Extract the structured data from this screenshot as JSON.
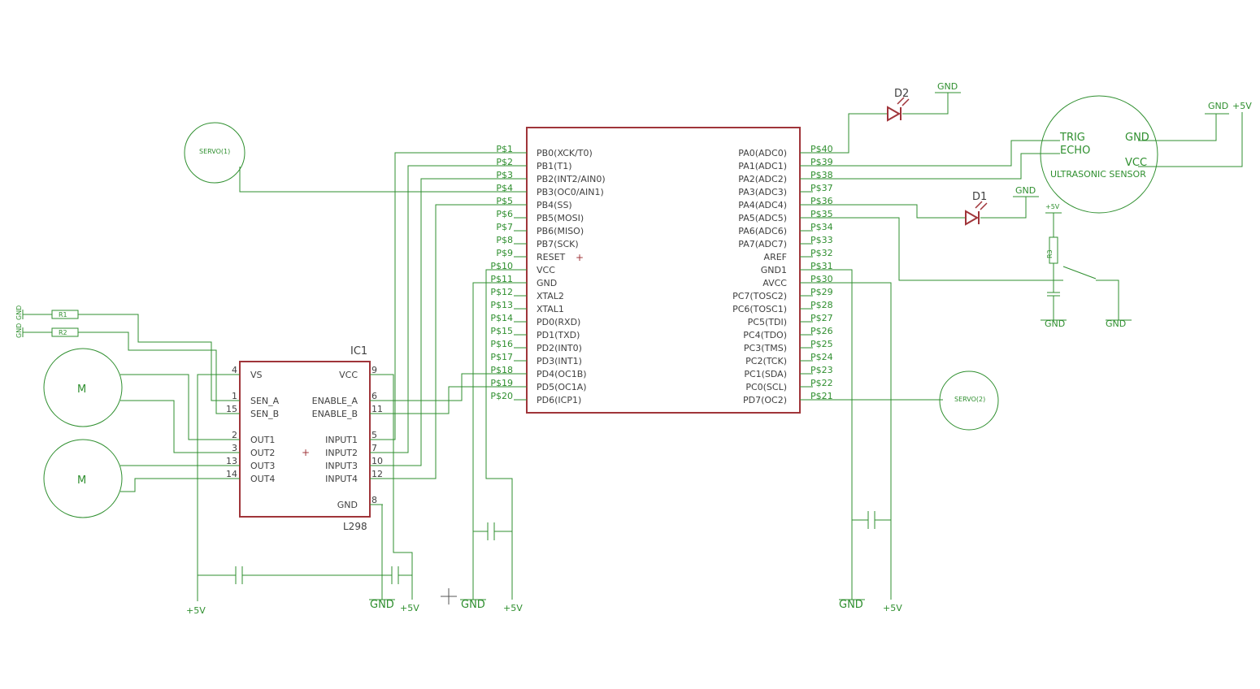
{
  "mcu": {
    "left_pins": [
      {
        "pin": "P$1",
        "name": "PB0(XCK/T0)"
      },
      {
        "pin": "P$2",
        "name": "PB1(T1)"
      },
      {
        "pin": "P$3",
        "name": "PB2(INT2/AIN0)"
      },
      {
        "pin": "P$4",
        "name": "PB3(OC0/AIN1)"
      },
      {
        "pin": "P$5",
        "name": "PB4(SS)"
      },
      {
        "pin": "P$6",
        "name": "PB5(MOSI)"
      },
      {
        "pin": "P$7",
        "name": "PB6(MISO)"
      },
      {
        "pin": "P$8",
        "name": "PB7(SCK)"
      },
      {
        "pin": "P$9",
        "name": "RESET"
      },
      {
        "pin": "P$10",
        "name": "VCC"
      },
      {
        "pin": "P$11",
        "name": "GND"
      },
      {
        "pin": "P$12",
        "name": "XTAL2"
      },
      {
        "pin": "P$13",
        "name": "XTAL1"
      },
      {
        "pin": "P$14",
        "name": "PD0(RXD)"
      },
      {
        "pin": "P$15",
        "name": "PD1(TXD)"
      },
      {
        "pin": "P$16",
        "name": "PD2(INT0)"
      },
      {
        "pin": "P$17",
        "name": "PD3(INT1)"
      },
      {
        "pin": "P$18",
        "name": "PD4(OC1B)"
      },
      {
        "pin": "P$19",
        "name": "PD5(OC1A)"
      },
      {
        "pin": "P$20",
        "name": "PD6(ICP1)"
      }
    ],
    "right_pins": [
      {
        "pin": "P$40",
        "name": "PA0(ADC0)"
      },
      {
        "pin": "P$39",
        "name": "PA1(ADC1)"
      },
      {
        "pin": "P$38",
        "name": "PA2(ADC2)"
      },
      {
        "pin": "P$37",
        "name": "PA3(ADC3)"
      },
      {
        "pin": "P$36",
        "name": "PA4(ADC4)"
      },
      {
        "pin": "P$35",
        "name": "PA5(ADC5)"
      },
      {
        "pin": "P$34",
        "name": "PA6(ADC6)"
      },
      {
        "pin": "P$33",
        "name": "PA7(ADC7)"
      },
      {
        "pin": "P$32",
        "name": "AREF"
      },
      {
        "pin": "P$31",
        "name": "GND1"
      },
      {
        "pin": "P$30",
        "name": "AVCC"
      },
      {
        "pin": "P$29",
        "name": "PC7(TOSC2)"
      },
      {
        "pin": "P$28",
        "name": "PC6(TOSC1)"
      },
      {
        "pin": "P$27",
        "name": "PC5(TDI)"
      },
      {
        "pin": "P$26",
        "name": "PC4(TDO)"
      },
      {
        "pin": "P$25",
        "name": "PC3(TMS)"
      },
      {
        "pin": "P$24",
        "name": "PC2(TCK)"
      },
      {
        "pin": "P$23",
        "name": "PC1(SDA)"
      },
      {
        "pin": "P$22",
        "name": "PC0(SCL)"
      },
      {
        "pin": "P$21",
        "name": "PD7(OC2)"
      }
    ]
  },
  "driver": {
    "name": "IC1",
    "value": "L298",
    "left_pins": [
      {
        "num": "4",
        "name": "VS"
      },
      {
        "num": "1",
        "name": "SEN_A"
      },
      {
        "num": "15",
        "name": "SEN_B"
      },
      {
        "num": "2",
        "name": "OUT1"
      },
      {
        "num": "3",
        "name": "OUT2"
      },
      {
        "num": "13",
        "name": "OUT3"
      },
      {
        "num": "14",
        "name": "OUT4"
      }
    ],
    "right_pins": [
      {
        "num": "9",
        "name": "VCC"
      },
      {
        "num": "6",
        "name": "ENABLE_A"
      },
      {
        "num": "11",
        "name": "ENABLE_B"
      },
      {
        "num": "5",
        "name": "INPUT1"
      },
      {
        "num": "7",
        "name": "INPUT2"
      },
      {
        "num": "10",
        "name": "INPUT3"
      },
      {
        "num": "12",
        "name": "INPUT4"
      },
      {
        "num": "8",
        "name": "GND"
      }
    ]
  },
  "labels": {
    "servo1": "SERVO(1)",
    "servo2": "SERVO(2)",
    "motor": "M",
    "d1": "D1",
    "d2": "D2",
    "r1": "R1",
    "r2": "R2",
    "r3": "R3",
    "gnd": "GND",
    "plus5v": "+5V",
    "trig": "TRIG",
    "echo": "ECHO",
    "vcc": "VCC",
    "sensor": "ULTRASONIC SENSOR"
  }
}
